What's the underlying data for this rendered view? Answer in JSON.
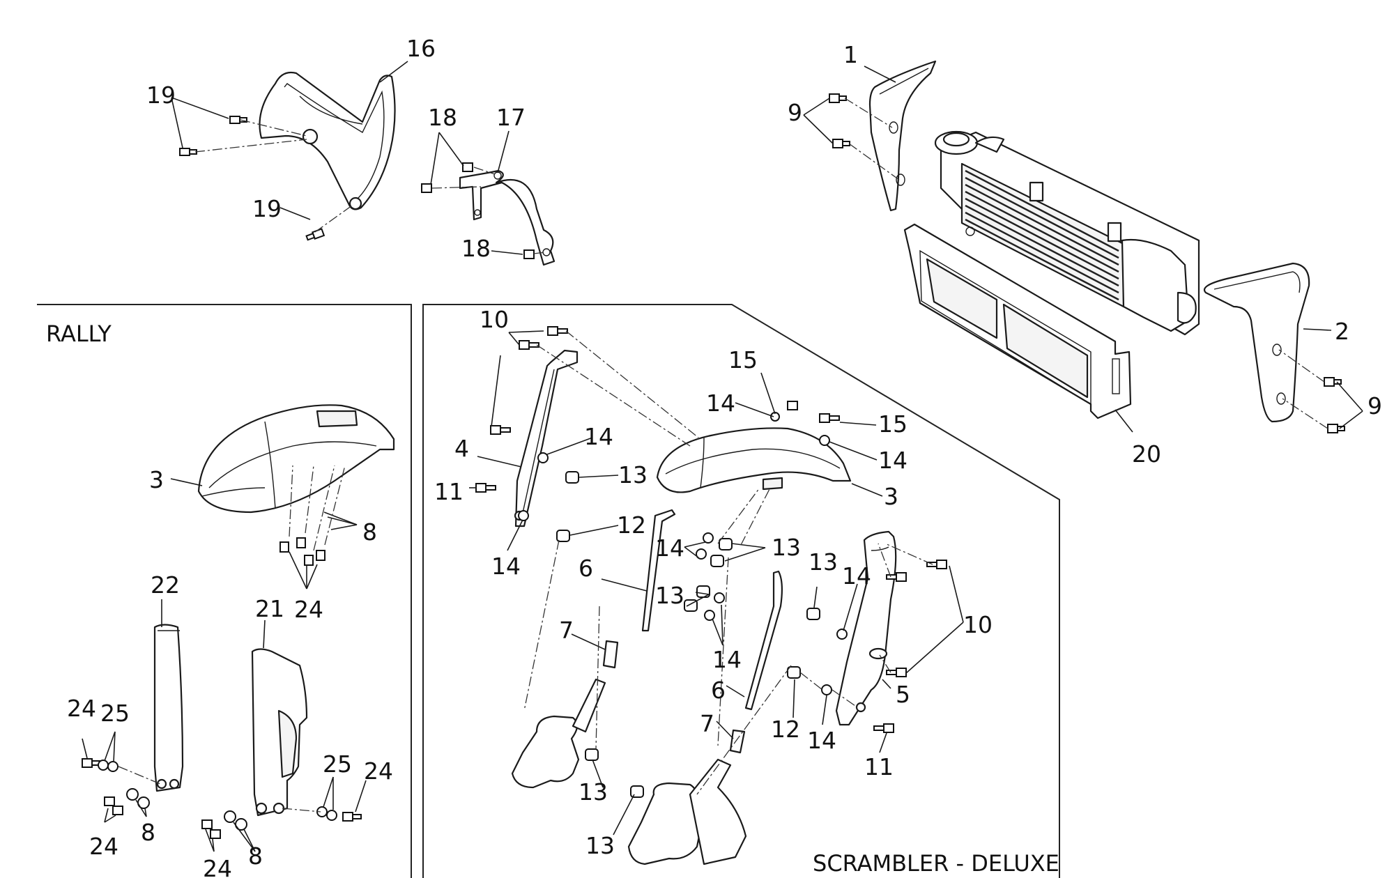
{
  "diagram": {
    "sections": {
      "rally": "RALLY",
      "scrambler": "SCRAMBLER - DELUXE"
    },
    "callouts": [
      {
        "id": "c16",
        "text": "16"
      },
      {
        "id": "c19a",
        "text": "19"
      },
      {
        "id": "c19b",
        "text": "19"
      },
      {
        "id": "c18a",
        "text": "18"
      },
      {
        "id": "c17",
        "text": "17"
      },
      {
        "id": "c18b",
        "text": "18"
      },
      {
        "id": "c1",
        "text": "1"
      },
      {
        "id": "c9a",
        "text": "9"
      },
      {
        "id": "c2",
        "text": "2"
      },
      {
        "id": "c9b",
        "text": "9"
      },
      {
        "id": "c20",
        "text": "20"
      },
      {
        "id": "r3",
        "text": "3"
      },
      {
        "id": "r8a",
        "text": "8"
      },
      {
        "id": "r24a",
        "text": "24"
      },
      {
        "id": "r22",
        "text": "22"
      },
      {
        "id": "r21",
        "text": "21"
      },
      {
        "id": "r24b",
        "text": "24"
      },
      {
        "id": "r25a",
        "text": "25"
      },
      {
        "id": "r25b",
        "text": "25"
      },
      {
        "id": "r24c",
        "text": "24"
      },
      {
        "id": "r24d",
        "text": "24"
      },
      {
        "id": "r8b",
        "text": "8"
      },
      {
        "id": "r24e",
        "text": "24"
      },
      {
        "id": "r8c",
        "text": "8"
      },
      {
        "id": "s10a",
        "text": "10"
      },
      {
        "id": "s4",
        "text": "4"
      },
      {
        "id": "s14a",
        "text": "14"
      },
      {
        "id": "s13a",
        "text": "13"
      },
      {
        "id": "s11a",
        "text": "11"
      },
      {
        "id": "s12a",
        "text": "12"
      },
      {
        "id": "s14b",
        "text": "14"
      },
      {
        "id": "s6a",
        "text": "6"
      },
      {
        "id": "s7a",
        "text": "7"
      },
      {
        "id": "s13b",
        "text": "13"
      },
      {
        "id": "s13c",
        "text": "13"
      },
      {
        "id": "s15a",
        "text": "15"
      },
      {
        "id": "s14c",
        "text": "14"
      },
      {
        "id": "s15b",
        "text": "15"
      },
      {
        "id": "s14d",
        "text": "14"
      },
      {
        "id": "s3",
        "text": "3"
      },
      {
        "id": "s14e",
        "text": "14"
      },
      {
        "id": "s13d",
        "text": "13"
      },
      {
        "id": "s13e",
        "text": "13"
      },
      {
        "id": "s14f",
        "text": "14"
      },
      {
        "id": "s13f",
        "text": "13"
      },
      {
        "id": "s14g",
        "text": "14"
      },
      {
        "id": "s10b",
        "text": "10"
      },
      {
        "id": "s5",
        "text": "5"
      },
      {
        "id": "s6b",
        "text": "6"
      },
      {
        "id": "s7b",
        "text": "7"
      },
      {
        "id": "s12b",
        "text": "12"
      },
      {
        "id": "s14h",
        "text": "14"
      },
      {
        "id": "s11b",
        "text": "11"
      }
    ]
  }
}
